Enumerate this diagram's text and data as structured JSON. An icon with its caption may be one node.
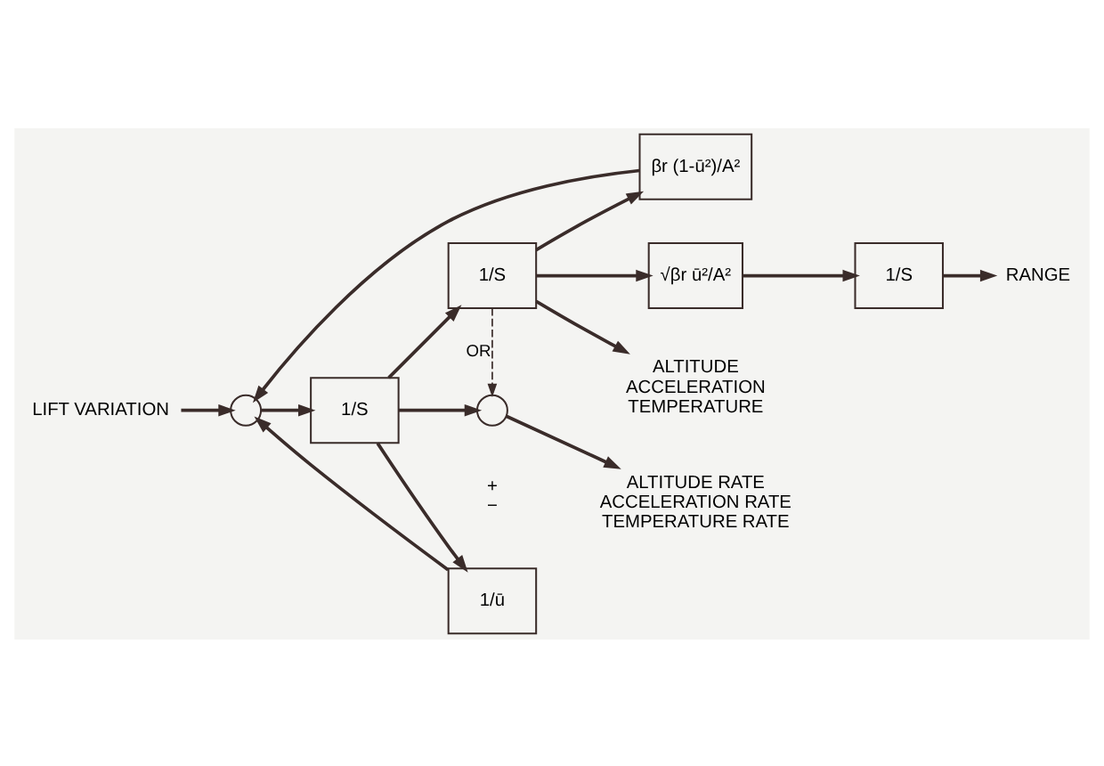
{
  "diagram": {
    "nodes": [
      {
        "text": [
          "LIFT VARIATION"
        ]
      },
      {
        "text": [],
        "shape": "circle"
      },
      {
        "text": [
          "1/S"
        ]
      },
      {
        "text": [
          "1/ū"
        ]
      },
      {
        "text": [
          "1/S"
        ]
      },
      {
        "text": [
          "βr (1-ū²)/A²"
        ]
      },
      {
        "text": [
          "√βr ū²/A²"
        ]
      },
      {
        "text": [
          "1/S"
        ]
      },
      {
        "text": [],
        "shape": "circle"
      },
      {
        "text": [
          "ALTITUDE RATE",
          "ACCELERATION RATE",
          "TEMPERATURE RATE"
        ]
      },
      {
        "text": [
          "ALTITUDE",
          "ACCELERATION",
          "TEMPERATURE"
        ]
      },
      {
        "text": [
          "RANGE"
        ]
      }
    ],
    "edges": [
      {
        "from": 0,
        "to": 1,
        "arrow": "to"
      },
      {
        "from": 1,
        "to": 2,
        "arrow": "to"
      },
      {
        "from": 2,
        "to": 3,
        "arrow": "to"
      },
      {
        "from": 2,
        "to": 4,
        "arrow": "to"
      },
      {
        "from": 2,
        "to": 8,
        "arrow": "to"
      },
      {
        "from": 3,
        "to": 1,
        "arrow": "to"
      },
      {
        "from": 4,
        "to": 5,
        "arrow": "to"
      },
      {
        "from": 4,
        "to": 6,
        "arrow": "to"
      },
      {
        "from": 4,
        "to": 8,
        "arrow": "to",
        "style": "dashed",
        "label": "OR"
      },
      {
        "from": 4,
        "to": 10,
        "arrow": "to"
      },
      {
        "from": 5,
        "to": 1,
        "arrow": "to"
      },
      {
        "from": 6,
        "to": 7,
        "arrow": "to"
      },
      {
        "from": 7,
        "to": 11,
        "arrow": "to"
      },
      {
        "from": 8,
        "to": 9,
        "arrow": "to"
      }
    ],
    "labels": [
      "+",
      "−"
    ]
  }
}
